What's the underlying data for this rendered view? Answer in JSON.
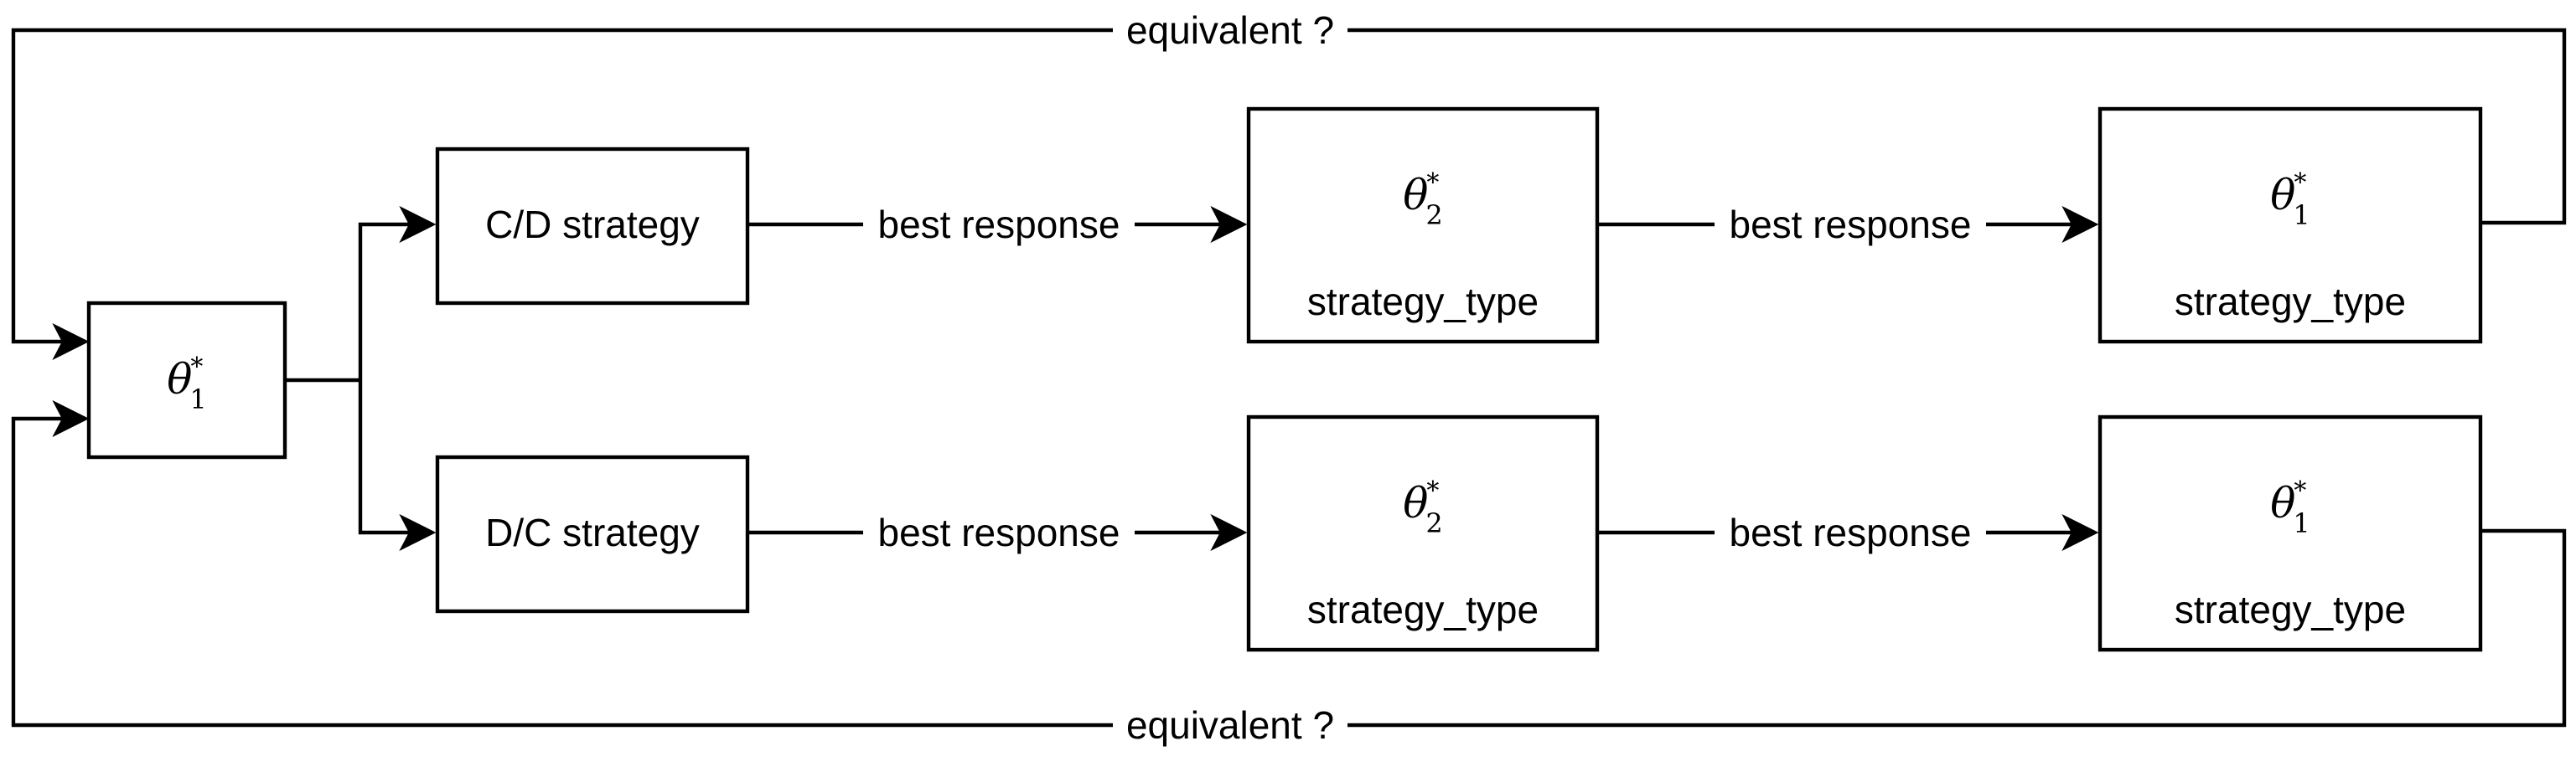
{
  "diagram": {
    "start_node": {
      "symbol": "θ",
      "subscript": "1",
      "superscript": "*"
    },
    "branch_top": {
      "label": "C/D strategy"
    },
    "branch_bottom": {
      "label": "D/C strategy"
    },
    "top_mid": {
      "symbol": "θ",
      "subscript": "2",
      "superscript": "*",
      "label": "strategy_type"
    },
    "top_end": {
      "symbol": "θ",
      "subscript": "1",
      "superscript": "*",
      "label": "strategy_type"
    },
    "bottom_mid": {
      "symbol": "θ",
      "subscript": "2",
      "superscript": "*",
      "label": "strategy_type"
    },
    "bottom_end": {
      "symbol": "θ",
      "subscript": "1",
      "superscript": "*",
      "label": "strategy_type"
    },
    "edge_labels": {
      "top_br_1": "best response",
      "top_br_2": "best response",
      "bottom_br_1": "best response",
      "bottom_br_2": "best response",
      "top_loop": "equivalent ?",
      "bottom_loop": "equivalent ?"
    }
  }
}
